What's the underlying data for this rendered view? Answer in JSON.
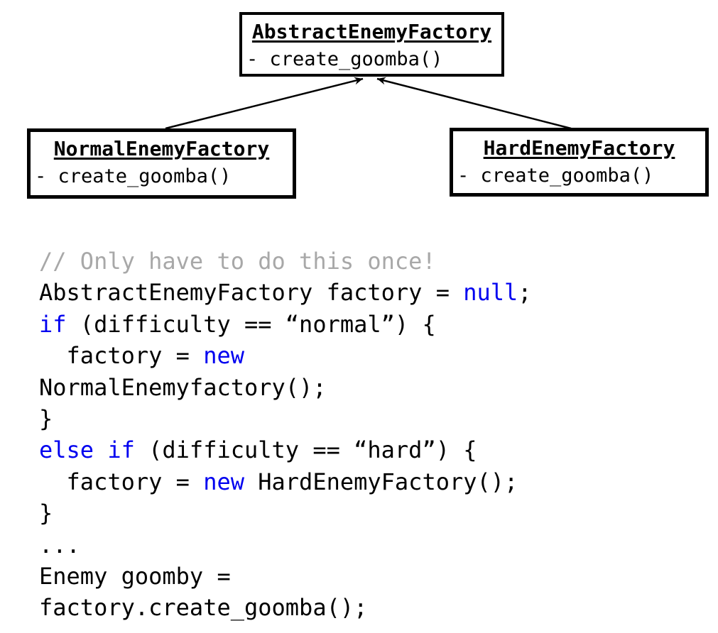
{
  "diagram": {
    "parent": {
      "title": "AbstractEnemyFactory",
      "method": "- create_goomba()"
    },
    "children": [
      {
        "title": "NormalEnemyFactory",
        "method": "- create_goomba()"
      },
      {
        "title": "HardEnemyFactory",
        "method": "- create_goomba()"
      }
    ],
    "relation": "inheritance-arrows-to-parent"
  },
  "code": {
    "lines": [
      [
        {
          "text": "// Only have to do this once!",
          "type": "comment"
        }
      ],
      [
        {
          "text": "AbstractEnemyFactory factory = ",
          "type": "plain"
        },
        {
          "text": "null",
          "type": "keyword"
        },
        {
          "text": ";",
          "type": "plain"
        }
      ],
      [
        {
          "text": "if",
          "type": "keyword"
        },
        {
          "text": " (difficulty == “normal”) {",
          "type": "plain"
        }
      ],
      [
        {
          "text": "  factory = ",
          "type": "plain"
        },
        {
          "text": "new",
          "type": "keyword"
        }
      ],
      [
        {
          "text": "NormalEnemyfactory();",
          "type": "plain"
        }
      ],
      [
        {
          "text": "}",
          "type": "plain"
        }
      ],
      [
        {
          "text": "else if",
          "type": "keyword"
        },
        {
          "text": " (difficulty == “hard”) {",
          "type": "plain"
        }
      ],
      [
        {
          "text": "  factory = ",
          "type": "plain"
        },
        {
          "text": "new",
          "type": "keyword"
        },
        {
          "text": " HardEnemyFactory();",
          "type": "plain"
        }
      ],
      [
        {
          "text": "}",
          "type": "plain"
        }
      ],
      [
        {
          "text": "...",
          "type": "plain"
        }
      ],
      [
        {
          "text": "Enemy goomby =",
          "type": "plain"
        }
      ],
      [
        {
          "text": "factory.create_goomba();",
          "type": "plain"
        }
      ]
    ]
  },
  "colors": {
    "keyword_blue": "#0000f0",
    "comment_gray": "#a8a8a8",
    "code_black": "#000000",
    "box_border": "#000000",
    "background": "#ffffff"
  }
}
